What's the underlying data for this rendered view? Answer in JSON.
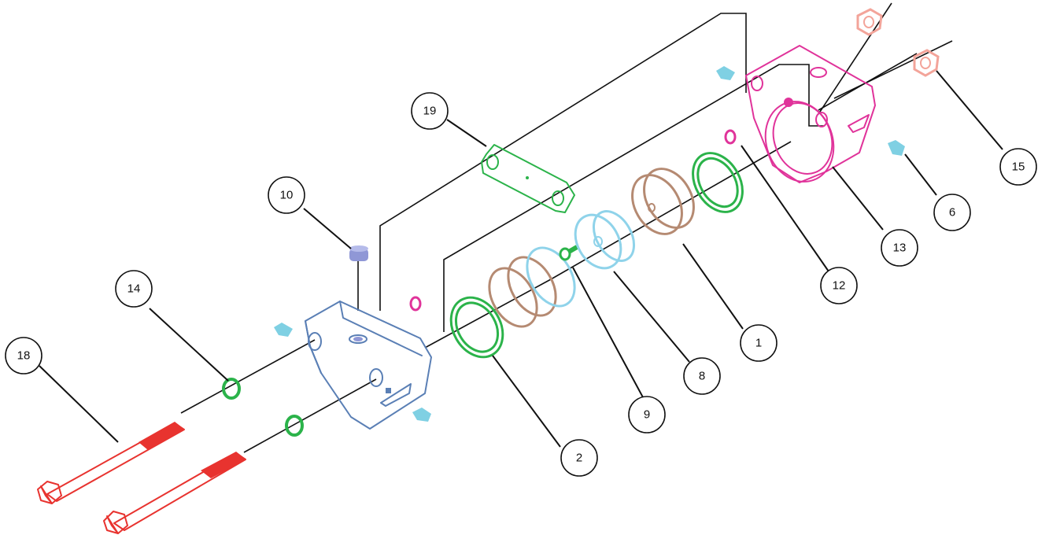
{
  "colors": {
    "bolt": "#e8332f",
    "washer_green": "#2bb34a",
    "body_blue": "#5a7fb5",
    "flange_pink": "#e0339a",
    "nut_salmon": "#f3a49a",
    "piston_brown": "#b58a72",
    "cap_cyan": "#8fd3ea",
    "plug_violet": "#8f97d6",
    "fitting_cyan": "#7fd0e3",
    "line": "#111111"
  },
  "balloons": [
    {
      "id": "balloon-1",
      "label": "1"
    },
    {
      "id": "balloon-2",
      "label": "2"
    },
    {
      "id": "balloon-6",
      "label": "6"
    },
    {
      "id": "balloon-8",
      "label": "8"
    },
    {
      "id": "balloon-9",
      "label": "9"
    },
    {
      "id": "balloon-10",
      "label": "10"
    },
    {
      "id": "balloon-12",
      "label": "12"
    },
    {
      "id": "balloon-13",
      "label": "13"
    },
    {
      "id": "balloon-14",
      "label": "14"
    },
    {
      "id": "balloon-15",
      "label": "15"
    },
    {
      "id": "balloon-18",
      "label": "18"
    },
    {
      "id": "balloon-19",
      "label": "19"
    }
  ]
}
